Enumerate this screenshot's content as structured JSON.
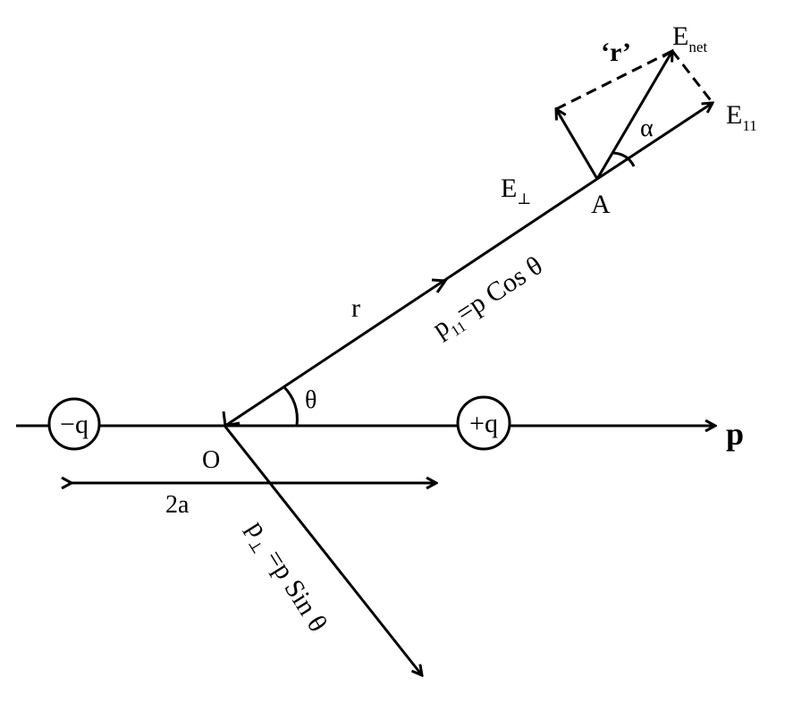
{
  "labels": {
    "neg_charge": "−q",
    "pos_charge": "+q",
    "origin": "O",
    "dipole_axis": "p",
    "separation": "2a",
    "theta": "θ",
    "r": "r",
    "point": "A",
    "p_parallel_main": "p",
    "p_parallel_sub": "11",
    "p_parallel_expr": "=p Cos θ",
    "p_perp_main": "p",
    "p_perp_sub": "⊥",
    "p_perp_expr": " =p Sin θ",
    "e_perp_main": "E",
    "e_perp_sub": "⊥",
    "e_parallel_main": "E",
    "e_parallel_sub": "11",
    "e_net_main": "E",
    "e_net_sub": "net",
    "alpha": "α",
    "r_quoted": "‘r’"
  }
}
